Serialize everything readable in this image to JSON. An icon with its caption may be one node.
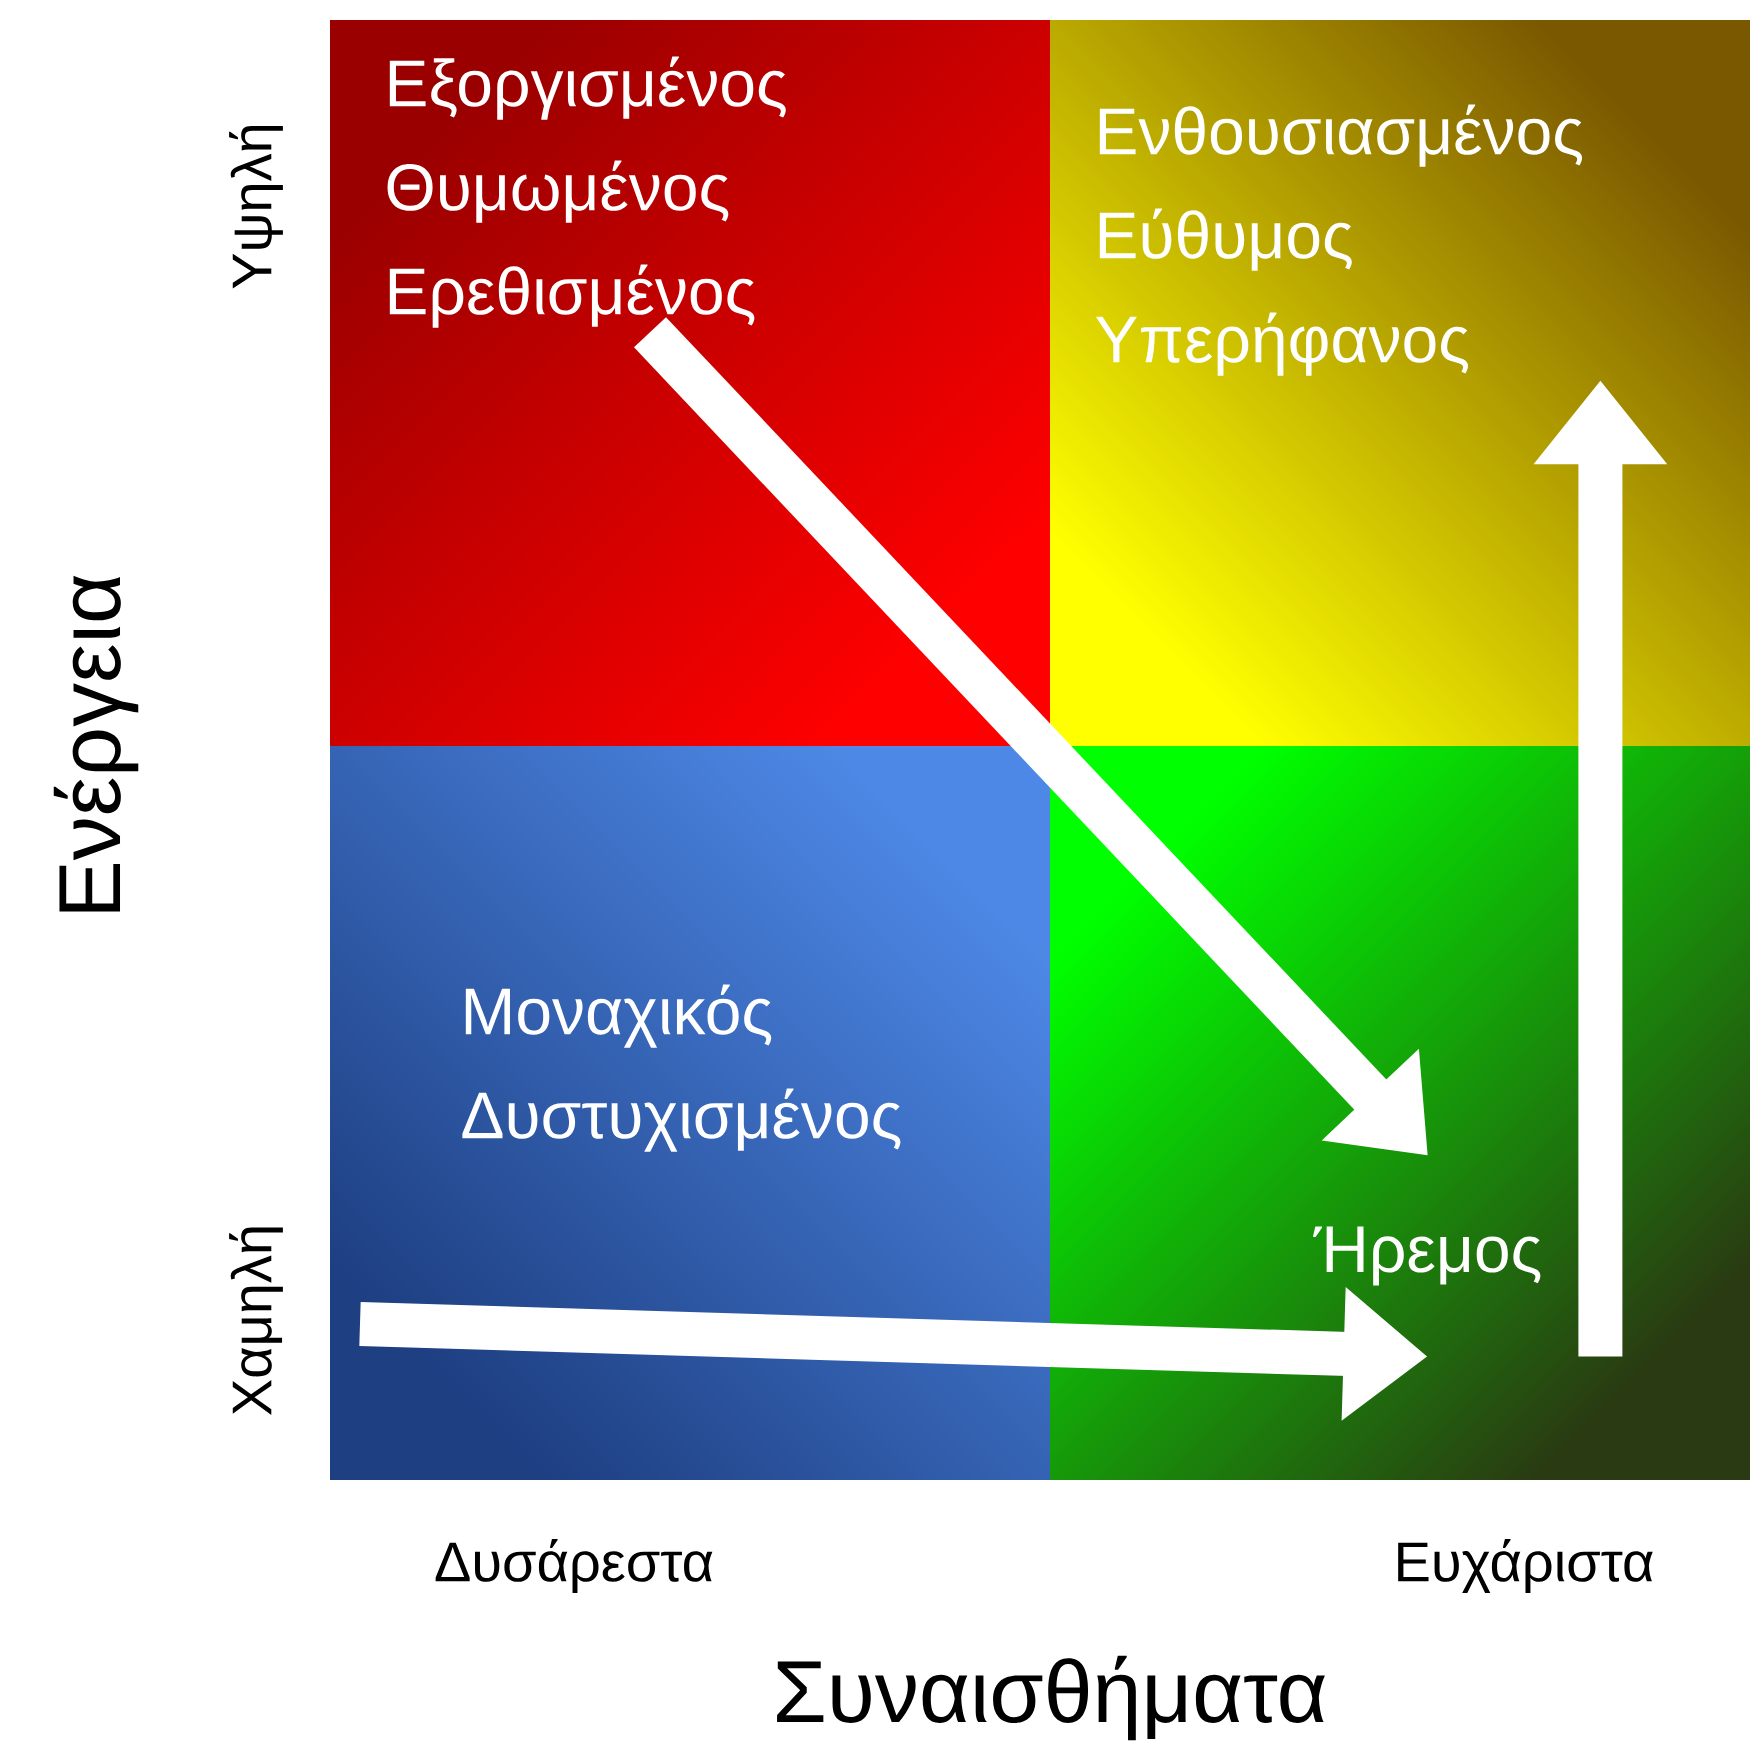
{
  "diagram": {
    "nodes": [
      {
        "text": [
          "Εξοργισμένος",
          "Θυμωμένος",
          "Ερεθισμένος"
        ]
      },
      {
        "text": [
          "Ενθουσιασμένος",
          "Εύθυμος",
          "Υπερήφανος"
        ]
      },
      {
        "text": [
          "Μοναχικός",
          "Δυστυχισμένος"
        ]
      },
      {
        "text": [
          "Ήρεμος"
        ]
      }
    ],
    "edges": [
      {
        "from": 0,
        "to": 3,
        "arrow": "to"
      },
      {
        "from": null,
        "to": 3,
        "arrow": "to"
      },
      {
        "from": 3,
        "to": 1,
        "arrow": "to"
      }
    ],
    "labels": [
      "Υψηλή",
      "Ενέργεια",
      "Χαμηλή",
      "Δυσάρεστα",
      "Ευχάριστα",
      "Συναισθήματα"
    ]
  }
}
